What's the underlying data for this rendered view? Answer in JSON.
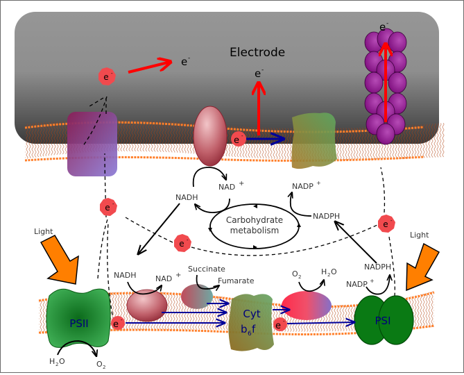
{
  "diagram": {
    "title_label": "Electrode",
    "electron": {
      "label": "e",
      "charge": "-"
    },
    "complexes": {
      "psii": "PSII",
      "psi": "PSI",
      "cyt_line1": "Cyt",
      "cyt_line2_base": "b",
      "cyt_line2_sub": "6",
      "cyt_line2_end": "f"
    },
    "light_left": "Light",
    "light_right": "Light",
    "metabolism": {
      "line1": "Carbohydrate",
      "line2": "metabolism"
    },
    "upper_nad": {
      "nadh": "NADH",
      "nad_plus_base": "NAD",
      "nad_plus_sup": "+"
    },
    "upper_nadp": {
      "nadp_base": "NADP",
      "nadp_sup": "+",
      "nadph": "NADPH"
    },
    "lower_nad": {
      "nadh": "NADH",
      "nad_plus_base": "NAD",
      "nad_plus_sup": "+"
    },
    "succinate": {
      "succinate": "Succinate",
      "fumarate": "Fumarate"
    },
    "oxidase": {
      "o2_base": "O",
      "o2_sub": "2",
      "h2o_h": "H",
      "h2o_sub": "2",
      "h2o_o": "O"
    },
    "psi_reaction": {
      "nadp_base": "NADP",
      "nadp_sup": "+",
      "nadph": "NADPH"
    },
    "psii_reaction": {
      "h2o_h": "H",
      "h2o_sub": "2",
      "h2o_o": "O",
      "o2_base": "O",
      "o2_sub": "2"
    },
    "colors": {
      "electrode_top": "#969696",
      "electrode_bottom": "#3c3c3c",
      "electron": "#f14a4e",
      "arrow_red": "#ff0000",
      "arrow_blue": "#000099",
      "lipid": "#ff7f2a",
      "light_arrow": "#ff7f00",
      "psii": "#1a8f2e",
      "psi": "#0a7a14",
      "pili": "#8b0a8b",
      "complex_text": "#00007a"
    }
  }
}
